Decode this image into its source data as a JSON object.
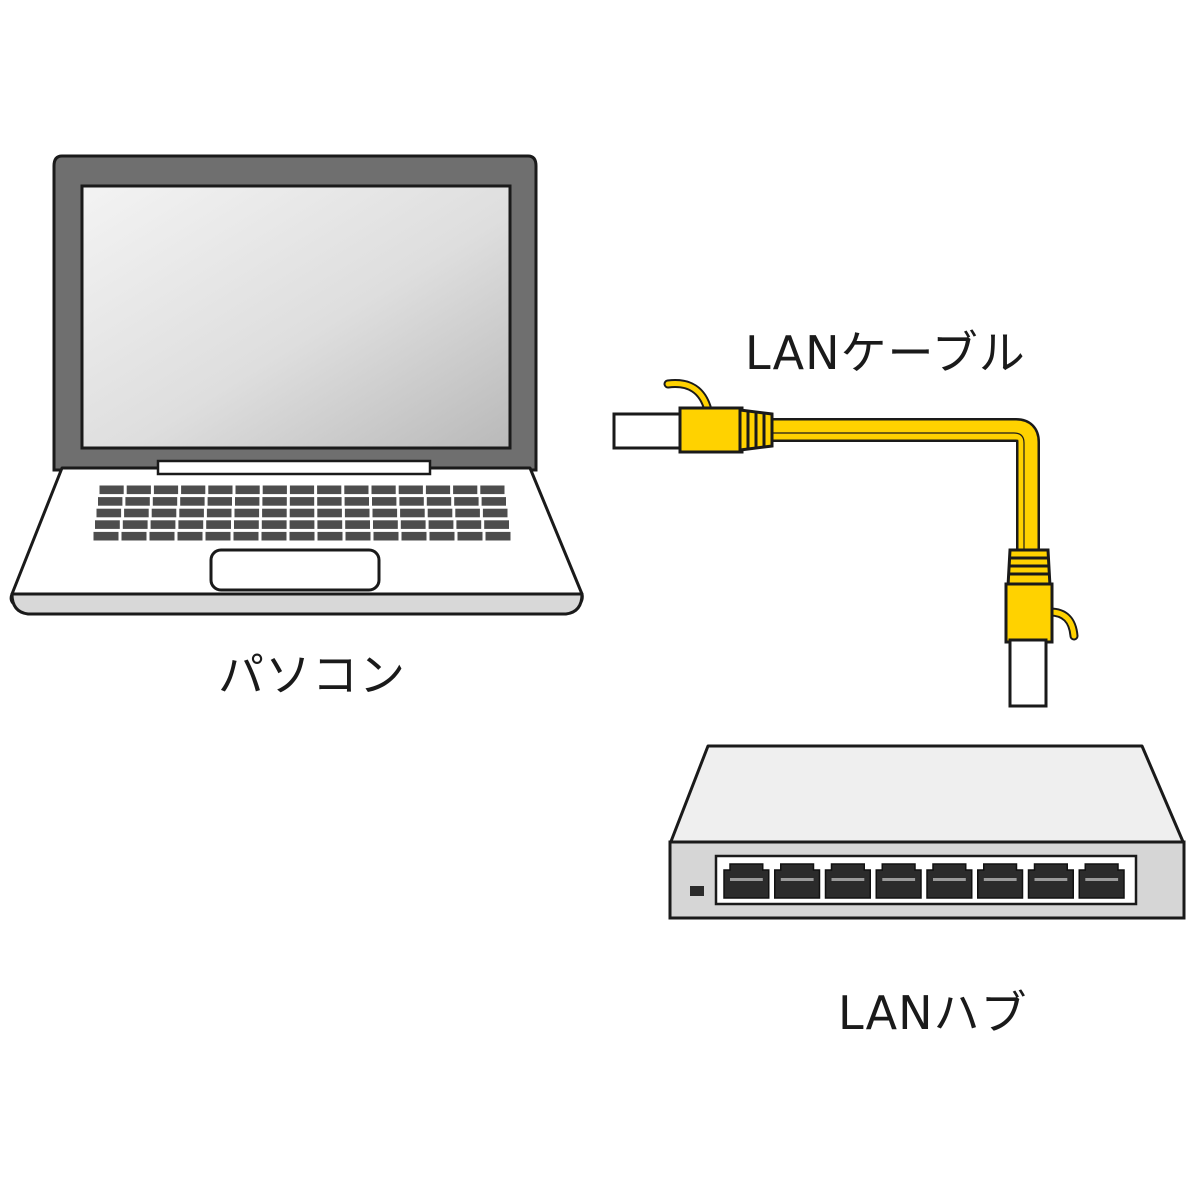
{
  "labels": {
    "pc": "パソコン",
    "cable": "LANケーブル",
    "hub": "LANハブ"
  },
  "hub": {
    "port_count": 8
  },
  "colors": {
    "cable": "#ffd200",
    "laptop_lid": "#6e6e6e",
    "hub_body": "#d3d3d3",
    "port": "#2b2b2b"
  }
}
